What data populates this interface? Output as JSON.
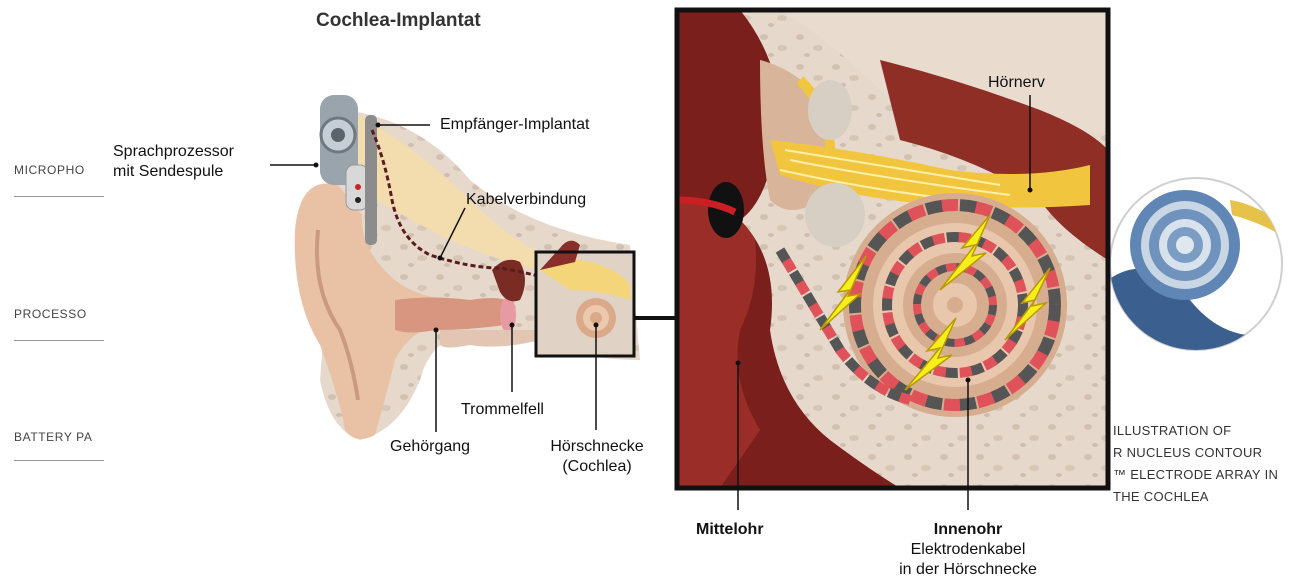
{
  "title": "Cochlea-Implantat",
  "side_nav": [
    {
      "label": "MICROPHO"
    },
    {
      "label": "PROCESSO"
    },
    {
      "label": "BATTERY PA"
    }
  ],
  "labels": {
    "speech_processor": [
      "Sprachprozessor",
      "mit Sendespule"
    ],
    "receiver_implant": "Empfänger-Implantat",
    "cable_connection": "Kabelverbindung",
    "eardrum": "Trommelfell",
    "ear_canal": "Gehörgang",
    "cochlea": [
      "Hörschnecke",
      "(Cochlea)"
    ],
    "auditory_nerve": "Hörnerv",
    "middle_ear": "Mittelohr",
    "inner_ear": "Innenohr",
    "electrode": [
      "Elektrodenkabel",
      "in der Hörschnecke"
    ]
  },
  "background_caption": [
    "ILLUSTRATION OF",
    "R NUCLEUS CONTOUR",
    "™ ELECTRODE ARRAY IN",
    "THE COCHLEA"
  ],
  "colors": {
    "skin": "#e9c2a6",
    "bone": "#ddd0c2",
    "flesh_dark": "#8a2e2a",
    "nerve": "#f2c53f",
    "cochlea": "#d9a98a",
    "electrode_red": "#e0525a",
    "electrode_dark": "#555555",
    "lightning": "#f7ee1c",
    "frame": "#111111"
  }
}
